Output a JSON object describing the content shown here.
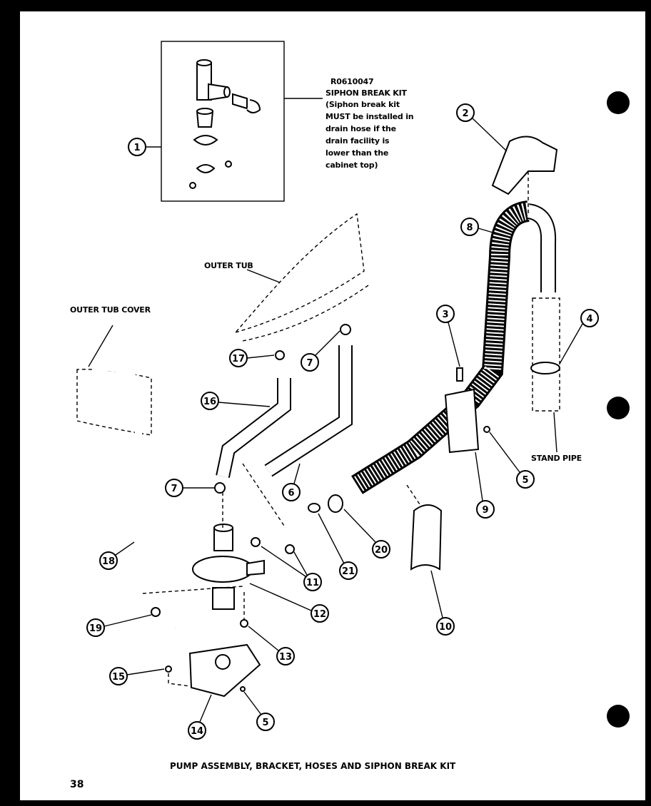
{
  "kit": {
    "part_number": "R0610047",
    "title": "SIPHON BREAK KIT",
    "note_lines": [
      "(Siphon break kit",
      "MUST be installed in",
      "drain hose if the",
      "drain facility is",
      "lower than the",
      "cabinet top)"
    ]
  },
  "labels": {
    "outer_tub": "OUTER TUB",
    "outer_tub_cover": "OUTER TUB COVER",
    "stand_pipe": "STAND PIPE"
  },
  "callouts": [
    "1",
    "2",
    "3",
    "4",
    "5",
    "5",
    "6",
    "7",
    "7",
    "8",
    "9",
    "10",
    "11",
    "12",
    "13",
    "14",
    "15",
    "16",
    "17",
    "18",
    "19",
    "20",
    "21"
  ],
  "caption": "PUMP ASSEMBLY, BRACKET, HOSES AND SIPHON BREAK KIT",
  "page_number": "38"
}
